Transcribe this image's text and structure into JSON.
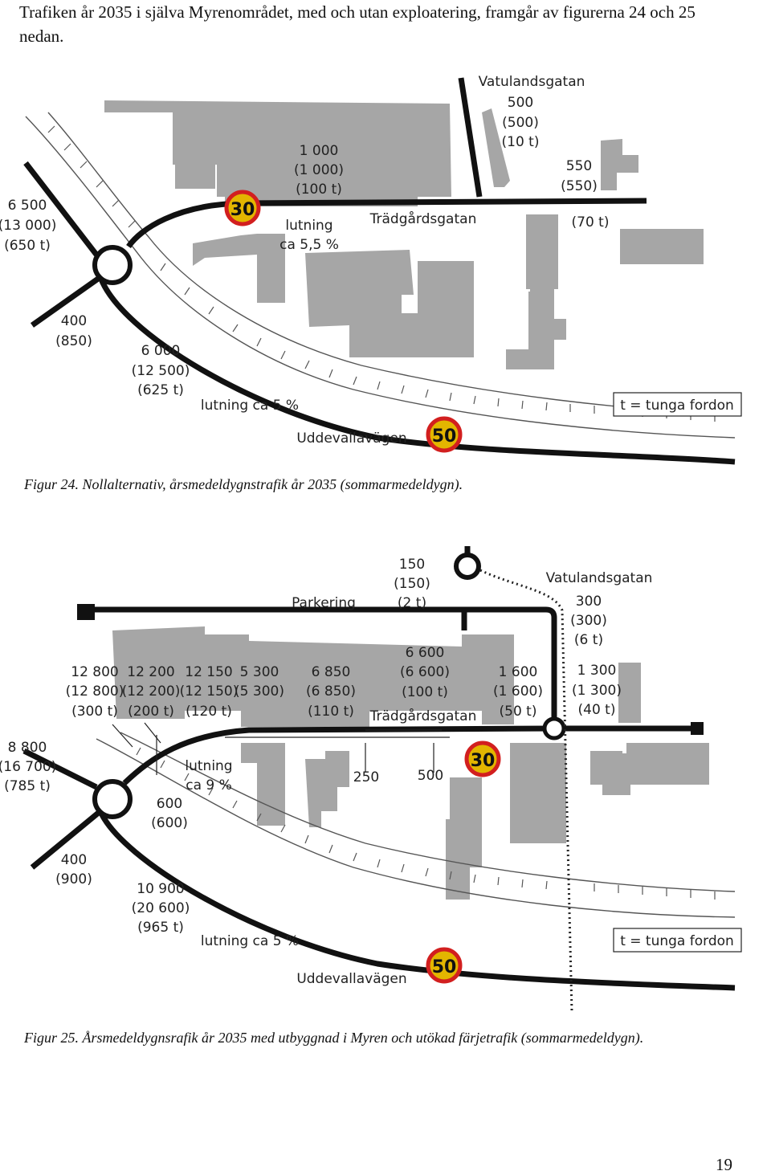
{
  "intro": "Trafiken år 2035 i själva Myrenområdet, med och utan exploatering, framgår av figurerna 24 och 25 nedan.",
  "figure24": {
    "caption": "Figur 24. Nollalternativ, årsmedeldygnstrafik år 2035 (sommarmedeldygn).",
    "labels": {
      "west": [
        "6 500",
        "(13 000)",
        "(650 t)"
      ],
      "center": [
        "1 000",
        "(1 000)",
        "(100 t)"
      ],
      "grade1": [
        "lutning",
        "ca 5,5 %"
      ],
      "vatulandsgatan": [
        "Vatulandsgatan",
        "500",
        "(500)",
        "(10 t)"
      ],
      "east": [
        "550",
        "(550)"
      ],
      "east_heavy": "(70 t)",
      "tradgardsgatan": "Trädgårdsgatan",
      "southwest": [
        "400",
        "(850)"
      ],
      "main": [
        "6 000",
        "(12 500)",
        "(625 t)"
      ],
      "grade2": "lutning ca 5 %",
      "legend": "t = tunga fordon",
      "uddevallavagen": "Uddevallavägen",
      "speed_30": "30",
      "speed_50": "50"
    }
  },
  "figure25": {
    "caption": "Figur 25. Årsmedeldygnsrafik år 2035 med utbyggnad i Myren och utökad färjetrafik (sommarmedeldygn).",
    "labels": {
      "parkering": "Parkering",
      "north": [
        "150",
        "(150)",
        "(2 t)"
      ],
      "vatulandsgatan": [
        "Vatulandsgatan",
        "300",
        "(300)",
        "(6 t)"
      ],
      "seg1": [
        "12 800",
        "(12 800)",
        "(300 t)"
      ],
      "seg2": [
        "12 200",
        "(12 200)",
        "(200 t)"
      ],
      "seg3": [
        "12 150",
        "(12 150)",
        "(120 t)"
      ],
      "seg4": [
        "5 300",
        "(5 300)"
      ],
      "seg5": [
        "6 850",
        "(6 850)",
        "(110 t)"
      ],
      "seg6": [
        "6 600",
        "(6 600)",
        "(100 t)"
      ],
      "seg7": [
        "1 600",
        "(1 600)",
        "(50 t)"
      ],
      "seg8": [
        "1 300",
        "(1 300)",
        "(40 t)"
      ],
      "tradgardsgatan": "Trädgårdsgatan",
      "west": [
        "8 800",
        "(16 700)",
        "(785 t)"
      ],
      "grade1": [
        "lutning",
        "ca 9 %"
      ],
      "ramp": [
        "600",
        "(600)"
      ],
      "access1": "250",
      "access2": "500",
      "southwest": [
        "400",
        "(900)"
      ],
      "main": [
        "10 900",
        "(20 600)",
        "(965 t)"
      ],
      "grade2": "lutning ca 5 %",
      "legend": "t = tunga fordon",
      "uddevallavagen": "Uddevallavägen",
      "speed_30": "30",
      "speed_50": "50"
    }
  },
  "page_number": "19"
}
